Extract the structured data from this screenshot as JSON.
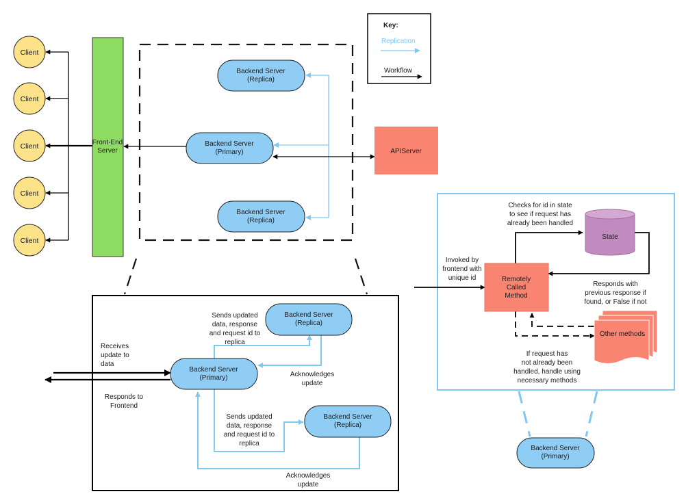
{
  "colors": {
    "client_fill": "#fce38a",
    "frontend_fill": "#8fdc62",
    "server_fill": "#8fcdf5",
    "api_fill": "#fa8472",
    "state_fill": "#c08cc0",
    "replication": "#80c8ef",
    "workflow": "#000000"
  },
  "clients": [
    "Client",
    "Client",
    "Client",
    "Client",
    "Client"
  ],
  "frontend": {
    "line1": "Front-End",
    "line2": "Server"
  },
  "overview": {
    "replica_top": {
      "line1": "Backend Server",
      "line2": "(Replica)"
    },
    "primary": {
      "line1": "Backend Server",
      "line2": "(Primary)"
    },
    "replica_bottom": {
      "line1": "Backend Server",
      "line2": "(Replica)"
    }
  },
  "api_server": "APIServer",
  "key": {
    "title": "Key:",
    "replication": "Replication",
    "workflow": "Workflow"
  },
  "detail": {
    "primary": {
      "line1": "Backend Server",
      "line2": "(Primary)"
    },
    "replica_top": {
      "line1": "Backend Server",
      "line2": "(Replica)"
    },
    "replica_bottom": {
      "line1": "Backend Server",
      "line2": "(Replica)"
    },
    "receives": [
      "Receives",
      "update to",
      "data"
    ],
    "responds": [
      "Responds to",
      "Frontend"
    ],
    "sends_top": [
      "Sends updated",
      "data, response",
      "and request id to",
      "replica"
    ],
    "ack_top": [
      "Acknowledges",
      "update"
    ],
    "sends_bottom": [
      "Sends updated",
      "data, response",
      "and request id to",
      "replica"
    ],
    "ack_bottom": [
      "Acknowledges",
      "update"
    ]
  },
  "method": {
    "invoked": [
      "Invoked by",
      "frontend with",
      "unique id"
    ],
    "remote": [
      "Remotely",
      "Called",
      "Method"
    ],
    "checks": [
      "Checks for id in state",
      "to see if request has",
      "already been handled"
    ],
    "state": "State",
    "responds": [
      "Responds with",
      "previous response if",
      "found, or False if not"
    ],
    "other": "Other methods",
    "if_not": [
      "If request has",
      "not already been",
      "handled, handle using",
      "necessary methods"
    ],
    "primary": {
      "line1": "Backend Server",
      "line2": "(Primary)"
    }
  }
}
